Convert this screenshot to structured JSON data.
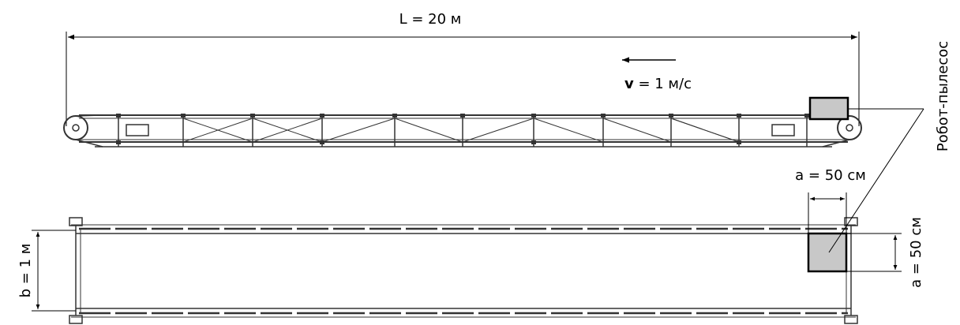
{
  "labels": {
    "length": "L = 20 м",
    "velocity_symbol": "v",
    "velocity_value": " = 1 м/с",
    "robot": "Робот-пылесос",
    "a_horizontal": "a = 50 см",
    "a_vertical": "a = 50 см",
    "b_width": "b = 1 м"
  },
  "colors": {
    "robot_fill": "#c8c8c8",
    "line": "#000000",
    "frame": "#333333"
  }
}
